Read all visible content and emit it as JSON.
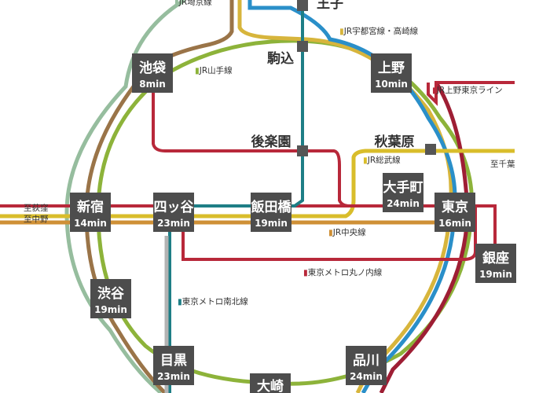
{
  "colors": {
    "yamanote": "#8db33a",
    "chuo": "#cf9036",
    "sobu": "#d9bd2b",
    "marunouchi": "#b8283a",
    "namboku": "#1e7e86",
    "keihin": "#2a8fc9",
    "utsunomiya": "#d7b53c",
    "ueno_tokyo": "#9e1e34",
    "saikyo": "#96bd9e",
    "shonan": "#9a7448",
    "mita": "#b3b3b3",
    "station_box": "#4d4d4d"
  },
  "lines": {
    "yamanote": "JR山手線",
    "chuo": "JR中央線",
    "sobu": "JR総武線",
    "marunouchi": "東京メトロ丸ノ内線",
    "namboku": "東京メトロ南北線",
    "utsunomiya": "JR宇都宮線・高崎線",
    "ueno_tokyo": "JR上野東京ライン",
    "saikyo": "JR埼京線"
  },
  "stations": {
    "ikebukuro": {
      "name": "池袋",
      "time": "8min"
    },
    "ueno": {
      "name": "上野",
      "time": "10min"
    },
    "shinjuku": {
      "name": "新宿",
      "time": "14min"
    },
    "yotsuya": {
      "name": "四ッ谷",
      "time": "23min"
    },
    "iidabashi": {
      "name": "飯田橋",
      "time": "19min"
    },
    "otemachi": {
      "name": "大手町",
      "time": "24min"
    },
    "tokyo": {
      "name": "東京",
      "time": "16min"
    },
    "ginza": {
      "name": "銀座",
      "time": "19min"
    },
    "shibuya": {
      "name": "渋谷",
      "time": "19min"
    },
    "meguro": {
      "name": "目黒",
      "time": "23min"
    },
    "shinagawa": {
      "name": "品川",
      "time": "24min"
    },
    "osaki": {
      "name": "大崎"
    },
    "oji": {
      "name": "王子"
    },
    "komagome": {
      "name": "駒込"
    },
    "korakuen": {
      "name": "後楽園"
    },
    "akihabara": {
      "name": "秋葉原"
    }
  },
  "destinations": {
    "ogikubo": "至荻窪",
    "nakano": "至中野",
    "chiba": "至千葉"
  }
}
